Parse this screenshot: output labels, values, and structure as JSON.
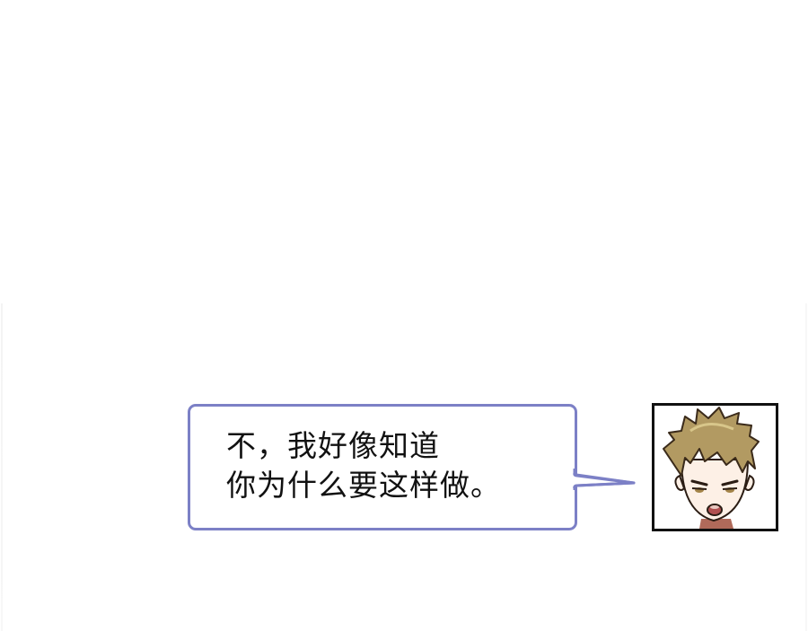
{
  "dialogue": {
    "lines": [
      "不，我好像知道",
      "你为什么要这样做。"
    ],
    "full_text": "不，我好像知道你为什么要这样做。",
    "speaker_icon": "portrait-brown-hair-boy-icon"
  },
  "colors": {
    "bubble_border": "#7c80c6",
    "portrait_frame": "#111111",
    "background": "#ffffff",
    "hair": "#b29a62",
    "skin": "#fdf0e6"
  }
}
